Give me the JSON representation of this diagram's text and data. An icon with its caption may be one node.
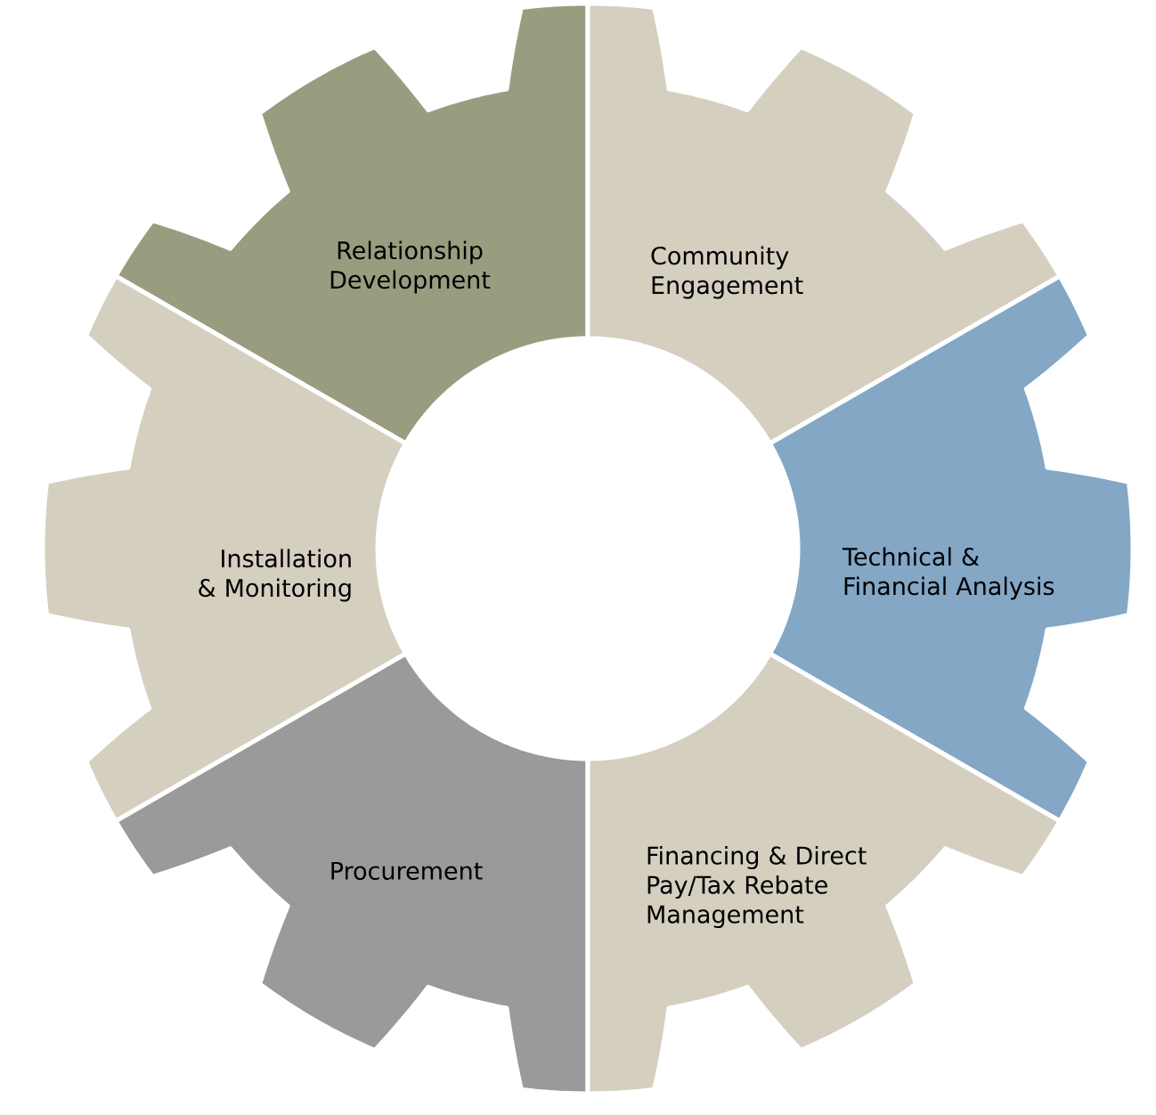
{
  "diagram": {
    "nodes": [
      {
        "text": [
          "Relationship Development"
        ]
      },
      {
        "text": [
          "Community Engagement"
        ]
      },
      {
        "text": [
          "Installation & Monitoring"
        ]
      },
      {
        "text": [
          "Technical & Financial Analysis"
        ]
      },
      {
        "text": [
          "Procurement"
        ]
      },
      {
        "text": [
          "Financing & Direct Pay/Tax Rebate Management"
        ]
      }
    ]
  }
}
